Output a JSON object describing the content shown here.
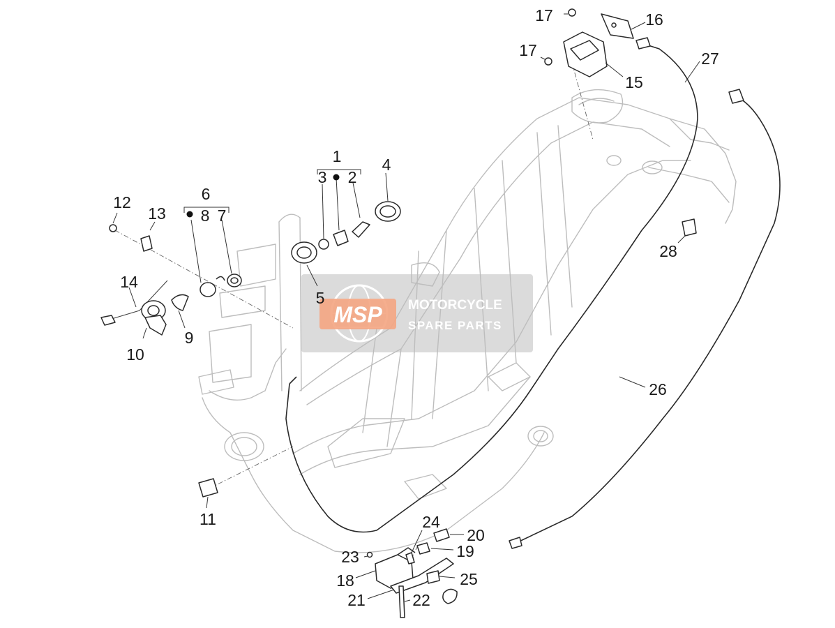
{
  "callouts": [
    {
      "id": "c1",
      "text": "1"
    },
    {
      "id": "c2",
      "text": "2"
    },
    {
      "id": "c3",
      "text": "3"
    },
    {
      "id": "c4",
      "text": "4"
    },
    {
      "id": "c5",
      "text": "5"
    },
    {
      "id": "c6",
      "text": "6"
    },
    {
      "id": "c7",
      "text": "7"
    },
    {
      "id": "c8",
      "text": "8"
    },
    {
      "id": "c9",
      "text": "9"
    },
    {
      "id": "c10",
      "text": "10"
    },
    {
      "id": "c11",
      "text": "11"
    },
    {
      "id": "c12",
      "text": "12"
    },
    {
      "id": "c13",
      "text": "13"
    },
    {
      "id": "c14",
      "text": "14"
    },
    {
      "id": "c15",
      "text": "15"
    },
    {
      "id": "c16",
      "text": "16"
    },
    {
      "id": "c17a",
      "text": "17"
    },
    {
      "id": "c17b",
      "text": "17"
    },
    {
      "id": "c18",
      "text": "18"
    },
    {
      "id": "c19",
      "text": "19"
    },
    {
      "id": "c20",
      "text": "20"
    },
    {
      "id": "c21",
      "text": "21"
    },
    {
      "id": "c22",
      "text": "22"
    },
    {
      "id": "c23",
      "text": "23"
    },
    {
      "id": "c24",
      "text": "24"
    },
    {
      "id": "c25",
      "text": "25"
    },
    {
      "id": "c26",
      "text": "26"
    },
    {
      "id": "c27",
      "text": "27"
    },
    {
      "id": "c28",
      "text": "28"
    }
  ],
  "watermark": {
    "logo_text": "MSP",
    "line1": "MOTORCYCLE",
    "line2": "SPARE PARTS",
    "accent_color": "#f4a582"
  }
}
